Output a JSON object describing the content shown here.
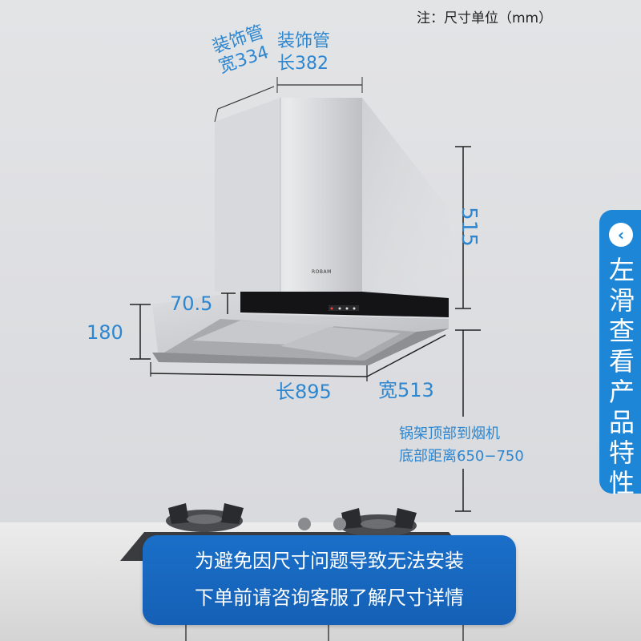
{
  "note": "注：尺寸单位（mm）",
  "dimensions": {
    "pipe_width_line1": "装饰管",
    "pipe_width_line2": "宽334",
    "pipe_length_line1": "装饰管",
    "pipe_length_line2": "长382",
    "pipe_height": "515",
    "panel_depth": "70.5",
    "hood_height": "180",
    "hood_length": "长895",
    "hood_width": "宽513",
    "distance_line1": "锅架顶部到烟机",
    "distance_line2": "底部距离650−750"
  },
  "product": {
    "brand": "ROBAM"
  },
  "side_tab": {
    "chars": [
      "左",
      "滑",
      "查",
      "看",
      "产",
      "品",
      "特",
      "性"
    ]
  },
  "banner": {
    "line1": "为避免因尺寸问题导致无法安装",
    "line2": "下单前请咨询客服了解尺寸详情"
  },
  "colors": {
    "accent_blue": "#2d86cf",
    "tab_blue": "#1e86d6",
    "banner_blue": "#1a6fc8"
  }
}
